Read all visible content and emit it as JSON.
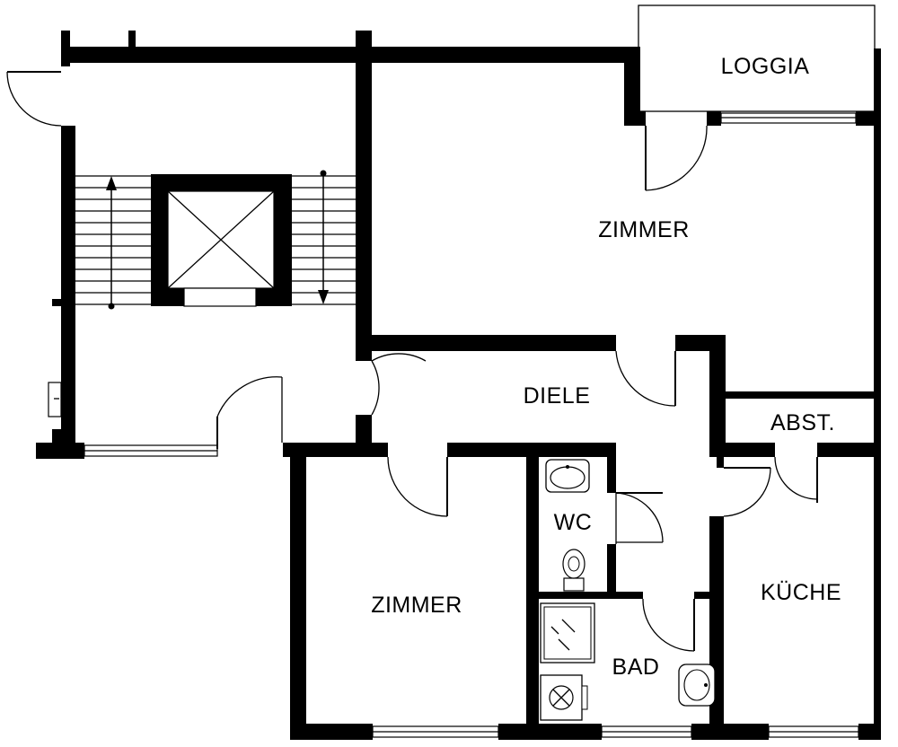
{
  "rooms": {
    "loggia": "LOGGIA",
    "zimmer_top": "ZIMMER",
    "diele": "DIELE",
    "abstellraum": "ABST.",
    "wc": "WC",
    "zimmer_bottom": "ZIMMER",
    "kueche": "KÜCHE",
    "bad": "BAD"
  },
  "colors": {
    "wall": "#000000",
    "background": "#ffffff"
  },
  "icons": [
    "elevator-shaft-icon",
    "stair-up-arrow-icon",
    "stair-down-arrow-icon",
    "washbasin-icon",
    "toilet-icon",
    "shower-tray-icon",
    "bathtub-drain-icon"
  ]
}
